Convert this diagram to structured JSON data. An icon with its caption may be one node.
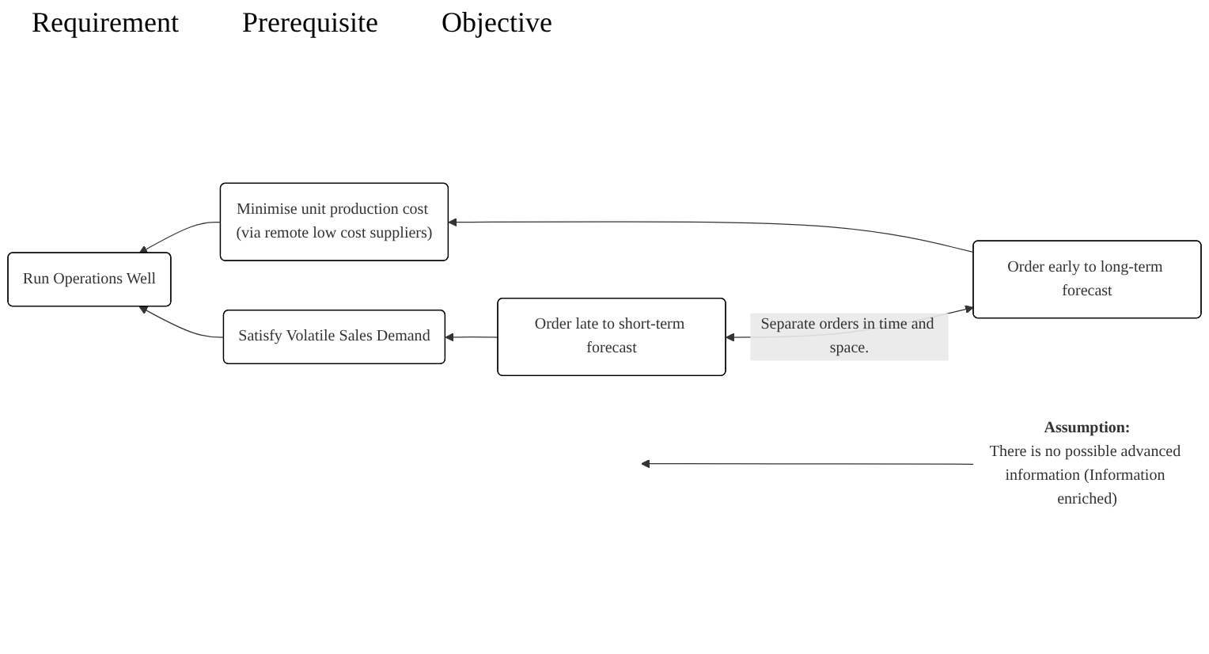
{
  "diagram": {
    "nodes": [
      {
        "text": [
          "Run Operations Well"
        ]
      },
      {
        "text": [
          "Minimise unit production cost (via remote low cost suppliers)"
        ]
      },
      {
        "text": [
          "Satisfy Volatile Sales Demand"
        ]
      },
      {
        "text": [
          "Order early to long-term forecast"
        ]
      },
      {
        "text": [
          "Order late to short-term forecast"
        ]
      },
      {
        "text": [
          "Assumption:",
          "There is no possible advanced information (Information enriched)"
        ]
      }
    ],
    "edges": [
      {
        "from": 1,
        "to": 0,
        "arrow": "to"
      },
      {
        "from": 2,
        "to": 0,
        "arrow": "to"
      },
      {
        "from": 3,
        "to": 1,
        "arrow": "to"
      },
      {
        "from": 4,
        "to": 2,
        "arrow": "to"
      },
      {
        "from": 3,
        "to": 4,
        "arrow": "both",
        "label": "Separate orders in time and space."
      },
      {
        "from": 5,
        "to": null,
        "arrow": "to"
      }
    ],
    "labels": [
      "Requirement",
      "Prerequisite",
      "Objective"
    ]
  }
}
